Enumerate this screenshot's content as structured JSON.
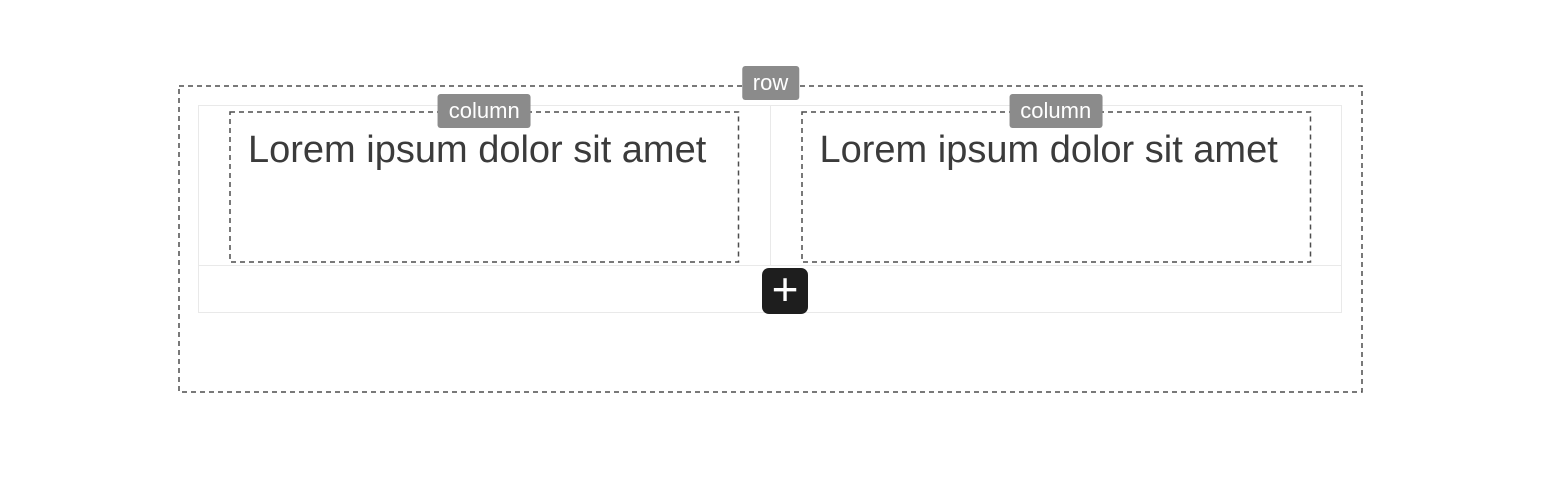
{
  "canvas": {
    "row": {
      "badge_label": "row",
      "columns": [
        {
          "badge_label": "column",
          "content": "Lorem ipsum dolor sit amet"
        },
        {
          "badge_label": "column",
          "content": "Lorem ipsum dolor sit amet"
        }
      ],
      "add_block_button": {
        "icon": "plus-icon",
        "glyph": "+"
      }
    },
    "colors": {
      "outline_dash": "#4d4d4d",
      "badge_background": "#8b8b8b",
      "badge_text": "#ffffff",
      "light_border": "#e9e9e9",
      "content_text": "#3b3b3b",
      "add_button_background": "#1e1e1e",
      "add_button_glyph": "#ffffff"
    }
  }
}
